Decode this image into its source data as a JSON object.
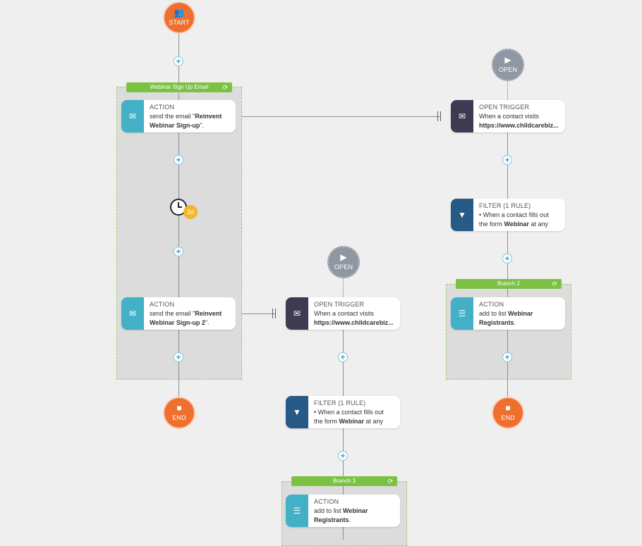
{
  "nodes": {
    "start": {
      "label": "START"
    },
    "end_main": {
      "label": "END"
    },
    "end_right": {
      "label": "END"
    },
    "open_top": {
      "label": "OPEN"
    },
    "open_mid": {
      "label": "OPEN"
    }
  },
  "groups": {
    "webinar": {
      "label": "Webinar Sign Up Email"
    },
    "branch2": {
      "label": "Branch 2"
    },
    "branch3": {
      "label": "Branch 3"
    }
  },
  "cards": {
    "action1": {
      "title": "ACTION",
      "line1_pre": "send the email \"",
      "line1_bold": "Reinvent",
      "line2_bold": "Webinar Sign-up",
      "line2_post": "\"."
    },
    "action2": {
      "title": "ACTION",
      "line1_pre": "send the email \"",
      "line1_bold": "Reinvent",
      "line2_bold": "Webinar Sign-up 2",
      "line2_post": "\"."
    },
    "trigger_right": {
      "title": "OPEN TRIGGER",
      "line1": "When a contact visits",
      "line2_bold": "https://www.childcarebiz..."
    },
    "trigger_mid": {
      "title": "OPEN TRIGGER",
      "line1": "When a contact visits",
      "line2_bold": "https://www.childcarebiz..."
    },
    "filter_right": {
      "title": "FILTER (1 rule)",
      "line1": "• When a contact fills out",
      "line2_pre": "the form ",
      "line2_bold": "Webinar",
      "line2_post": " at any"
    },
    "filter_mid": {
      "title": "FILTER (1 rule)",
      "line1": "• When a contact fills out",
      "line2_pre": "the form ",
      "line2_bold": "Webinar",
      "line2_post": " at any"
    },
    "action_right": {
      "title": "ACTION",
      "line1": "add to list ",
      "line1_bold": "Webinar",
      "line2_bold": "Registrants",
      "line2_post": "."
    },
    "action_mid": {
      "title": "ACTION",
      "line1": "add to list ",
      "line1_bold": "Webinar",
      "line2_bold": "Registrants",
      "line2_post": "."
    }
  },
  "delay": {
    "label": "3d"
  },
  "plus": "+",
  "icons": {
    "email": "envelope-icon",
    "filter": "funnel-icon",
    "list": "list-icon",
    "play": "play-icon",
    "stop": "stop-icon",
    "start": "people-icon",
    "sync": "sync-icon",
    "clock": "clock-icon"
  },
  "colors": {
    "start_end": "#ef6f2e",
    "open": "#8f97a3",
    "action": "#43b0c6",
    "trigger": "#3f3a52",
    "filter": "#275a86",
    "group_bar": "#7cc242",
    "delay": "#f3b52c"
  }
}
